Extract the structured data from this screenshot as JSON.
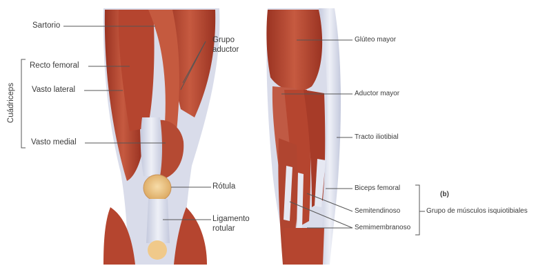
{
  "figure_a": {
    "group_label": "Cuádriceps",
    "labels": {
      "sartorio": "Sartorio",
      "grupo_aductor_1": "Grupo",
      "grupo_aductor_2": "aductor",
      "recto_femoral": "Recto femoral",
      "vasto_lateral": "Vasto lateral",
      "vasto_medial": "Vasto medial",
      "rotula": "Rótula",
      "ligamento_1": "Ligamento",
      "ligamento_2": "rotular"
    }
  },
  "figure_b": {
    "panel_letter": "(b)",
    "labels": {
      "gluteo_mayor": "Glúteo mayor",
      "aductor_mayor": "Aductor mayor",
      "tracto_iliotibial": "Tracto iliotibial",
      "biceps_femoral": "Biceps femoral",
      "semitendinoso": "Semitendinoso",
      "semimembranoso": "Semimembranoso",
      "grupo_isquiotibiales": "Grupo de músculos isquiotibiales"
    }
  },
  "colors": {
    "muscle": "#b9452f",
    "muscle_dark": "#8e2c1f",
    "muscle_light": "#d06a4e",
    "tendon": "#dfe2ee",
    "tendon_shadow": "#aeb3cc",
    "patella": "#f0c98a",
    "leader_line": "#555555"
  }
}
